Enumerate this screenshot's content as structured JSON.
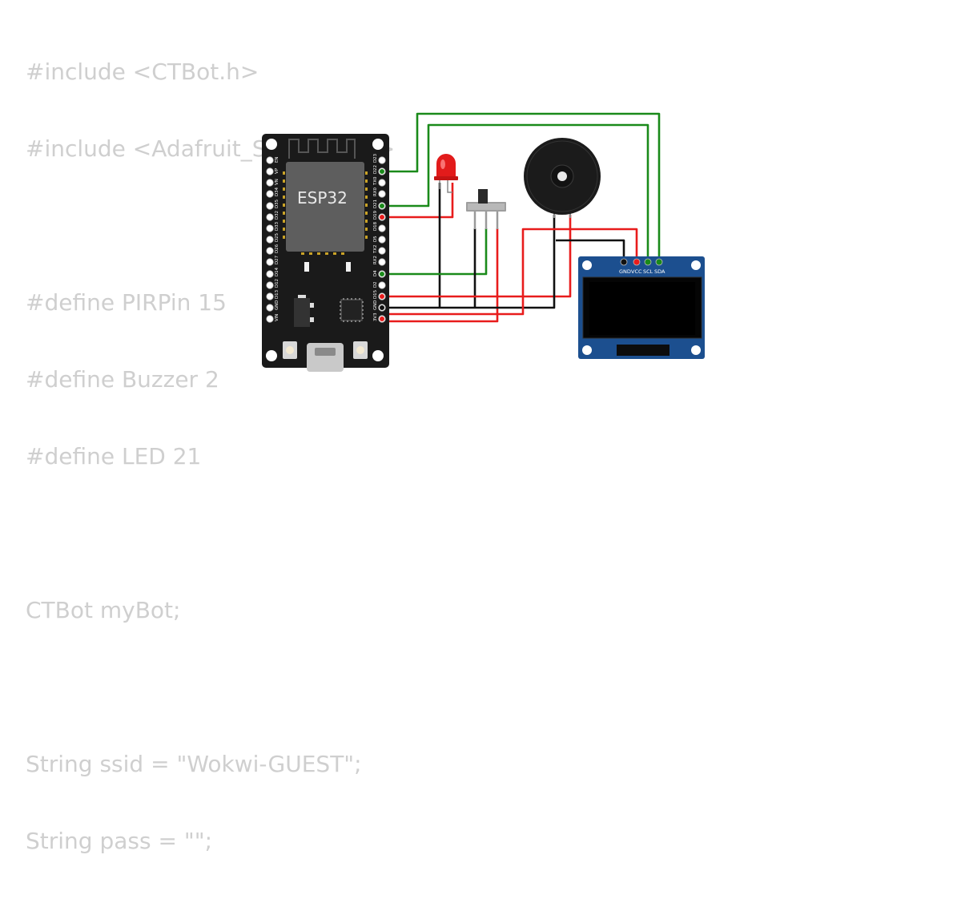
{
  "code": {
    "lines": [
      "#include <CTBot.h>",
      "#include <Adafruit_SSD1306.h>",
      "",
      "#define PIRPin 15",
      "#define Buzzer 2",
      "#define LED 21",
      "",
      "CTBot myBot;",
      "",
      "String ssid = \"Wokwi-GUEST\";",
      "String pass = \"\";"
    ]
  },
  "esp32": {
    "chip_label": "ESP32",
    "pins_left": [
      "EN",
      "VP",
      "VN",
      "D34",
      "D35",
      "D32",
      "D33",
      "D25",
      "D26",
      "D27",
      "D14",
      "D12",
      "D13",
      "GND",
      "VIN"
    ],
    "pins_right": [
      "D23",
      "D22",
      "TX0",
      "RX0",
      "D21",
      "D19",
      "D18",
      "D5",
      "TX2",
      "RX2",
      "D4",
      "D2",
      "D15",
      "GND",
      "3V3"
    ]
  },
  "oled": {
    "pins": [
      "GND",
      "VCC",
      "SCL",
      "SDA"
    ]
  },
  "colors": {
    "wire_red": "#e81c1c",
    "wire_green": "#1a8a1a",
    "wire_black": "#111111",
    "board": "#1a1a1a",
    "oled_pcb": "#1c4f8f"
  }
}
